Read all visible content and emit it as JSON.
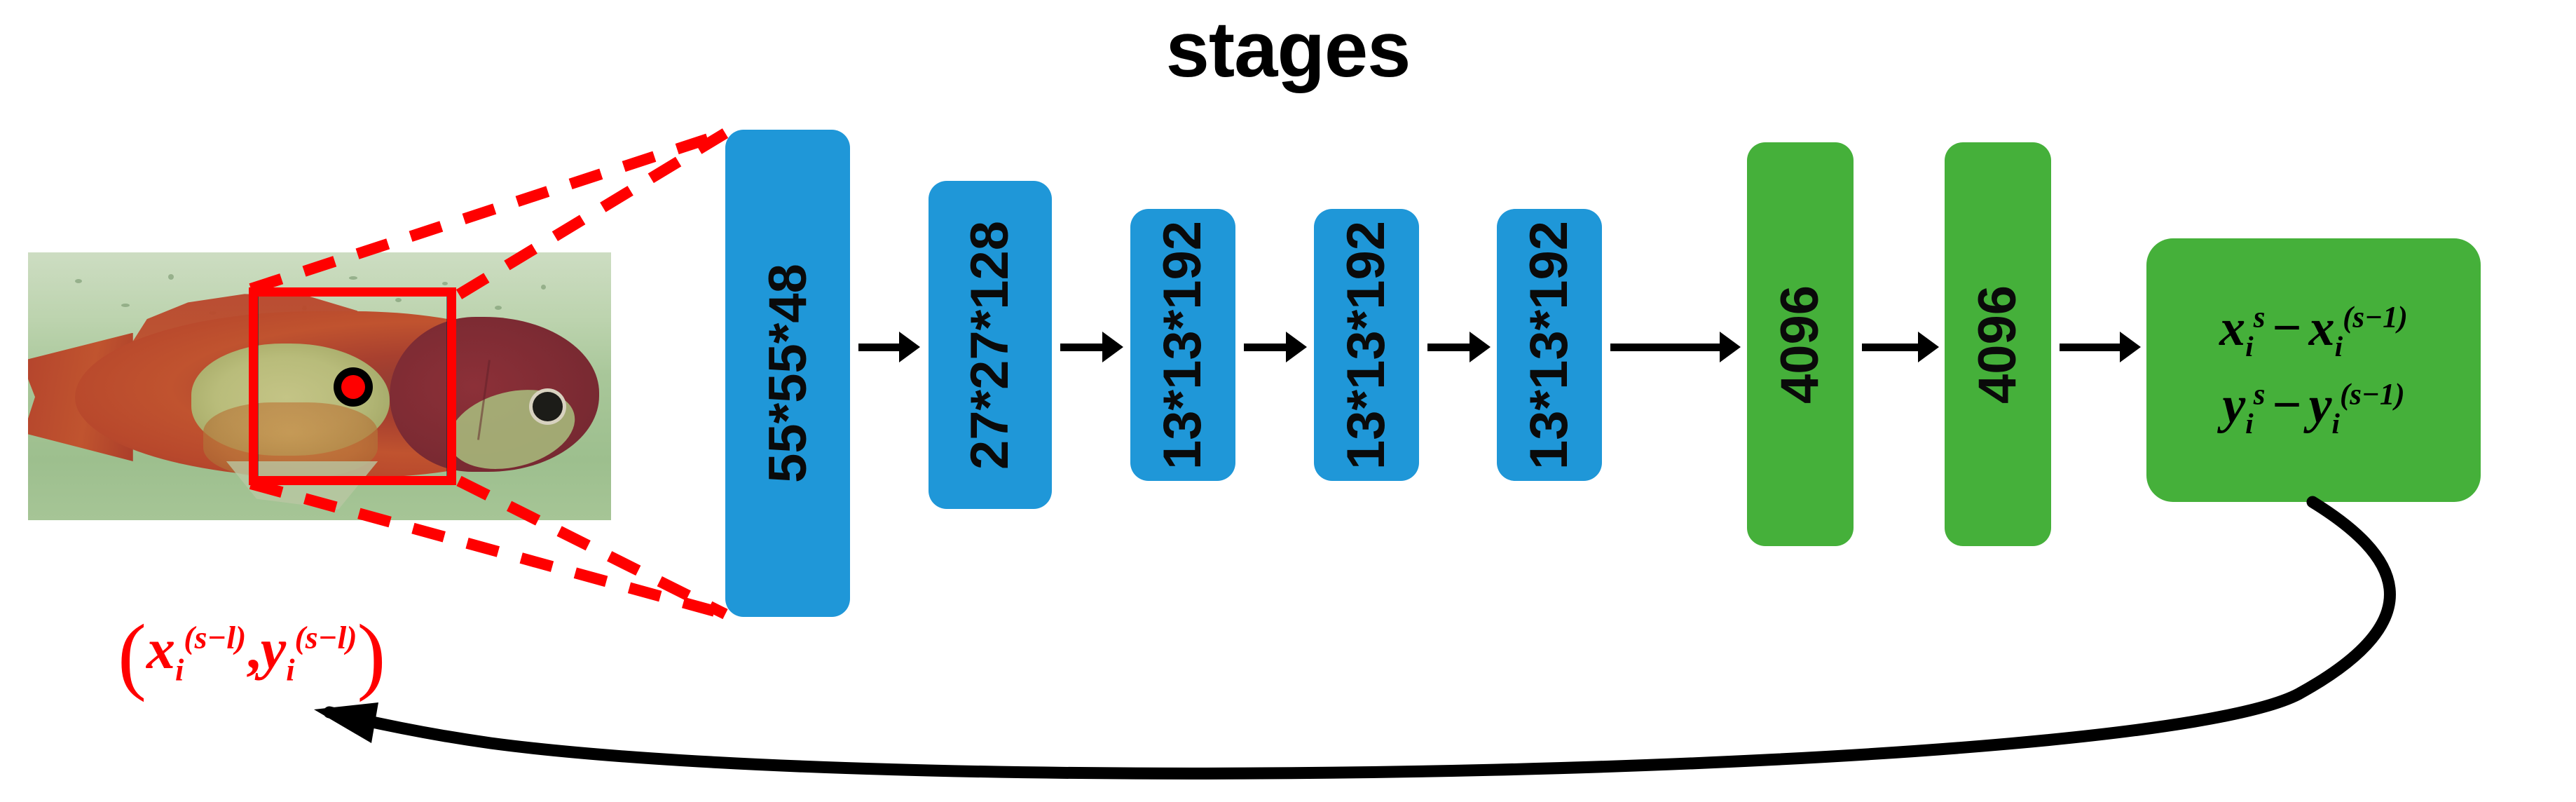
{
  "title": "stages",
  "colors": {
    "block_blue": "#1f97d8",
    "block_green": "#45b03a",
    "accent_red": "#ff0000",
    "arrow_black": "#000000",
    "background": "#ffffff"
  },
  "image_panel": {
    "name": "fish-photo",
    "roi_box_color": "#ff0000",
    "keypoint_marker": {
      "fill": "#ff0000",
      "ring": "#000000"
    }
  },
  "network": {
    "blocks": [
      {
        "label": "55*55*48",
        "type": "conv",
        "color": "#1f97d8"
      },
      {
        "label": "27*27*128",
        "type": "conv",
        "color": "#1f97d8"
      },
      {
        "label": "13*13*192",
        "type": "conv",
        "color": "#1f97d8"
      },
      {
        "label": "13*13*192",
        "type": "conv",
        "color": "#1f97d8"
      },
      {
        "label": "13*13*192",
        "type": "conv",
        "color": "#1f97d8"
      },
      {
        "label": "4096",
        "type": "fc",
        "color": "#45b03a"
      },
      {
        "label": "4096",
        "type": "fc",
        "color": "#45b03a"
      }
    ],
    "output_block": {
      "color": "#45b03a",
      "rows": [
        {
          "var": "x",
          "sub": "i",
          "sup": "s",
          "op": "−",
          "var2": "x",
          "sub2": "i",
          "sup2": "(s−1)"
        },
        {
          "var": "y",
          "sub": "i",
          "sup": "s",
          "op": "−",
          "var2": "y",
          "sub2": "i",
          "sup2": "(s−1)"
        }
      ],
      "plain_text": "x_i^s − x_i^(s−1) ;  y_i^s − y_i^(s−1)"
    }
  },
  "input_label": {
    "open": "(",
    "var1": "x",
    "sub1": "i",
    "sup1": "(s−l)",
    "comma": ",",
    "var2": "y",
    "sub2": "i",
    "sup2": "(s−l)",
    "close": ")",
    "plain_text": "(x_i^(s−l), y_i^(s−l))",
    "color": "#ff0000"
  },
  "feedback_arrow": {
    "name": "feedback-loop",
    "from": "output-block",
    "to": "input-coordinate-label",
    "color": "#000000"
  }
}
